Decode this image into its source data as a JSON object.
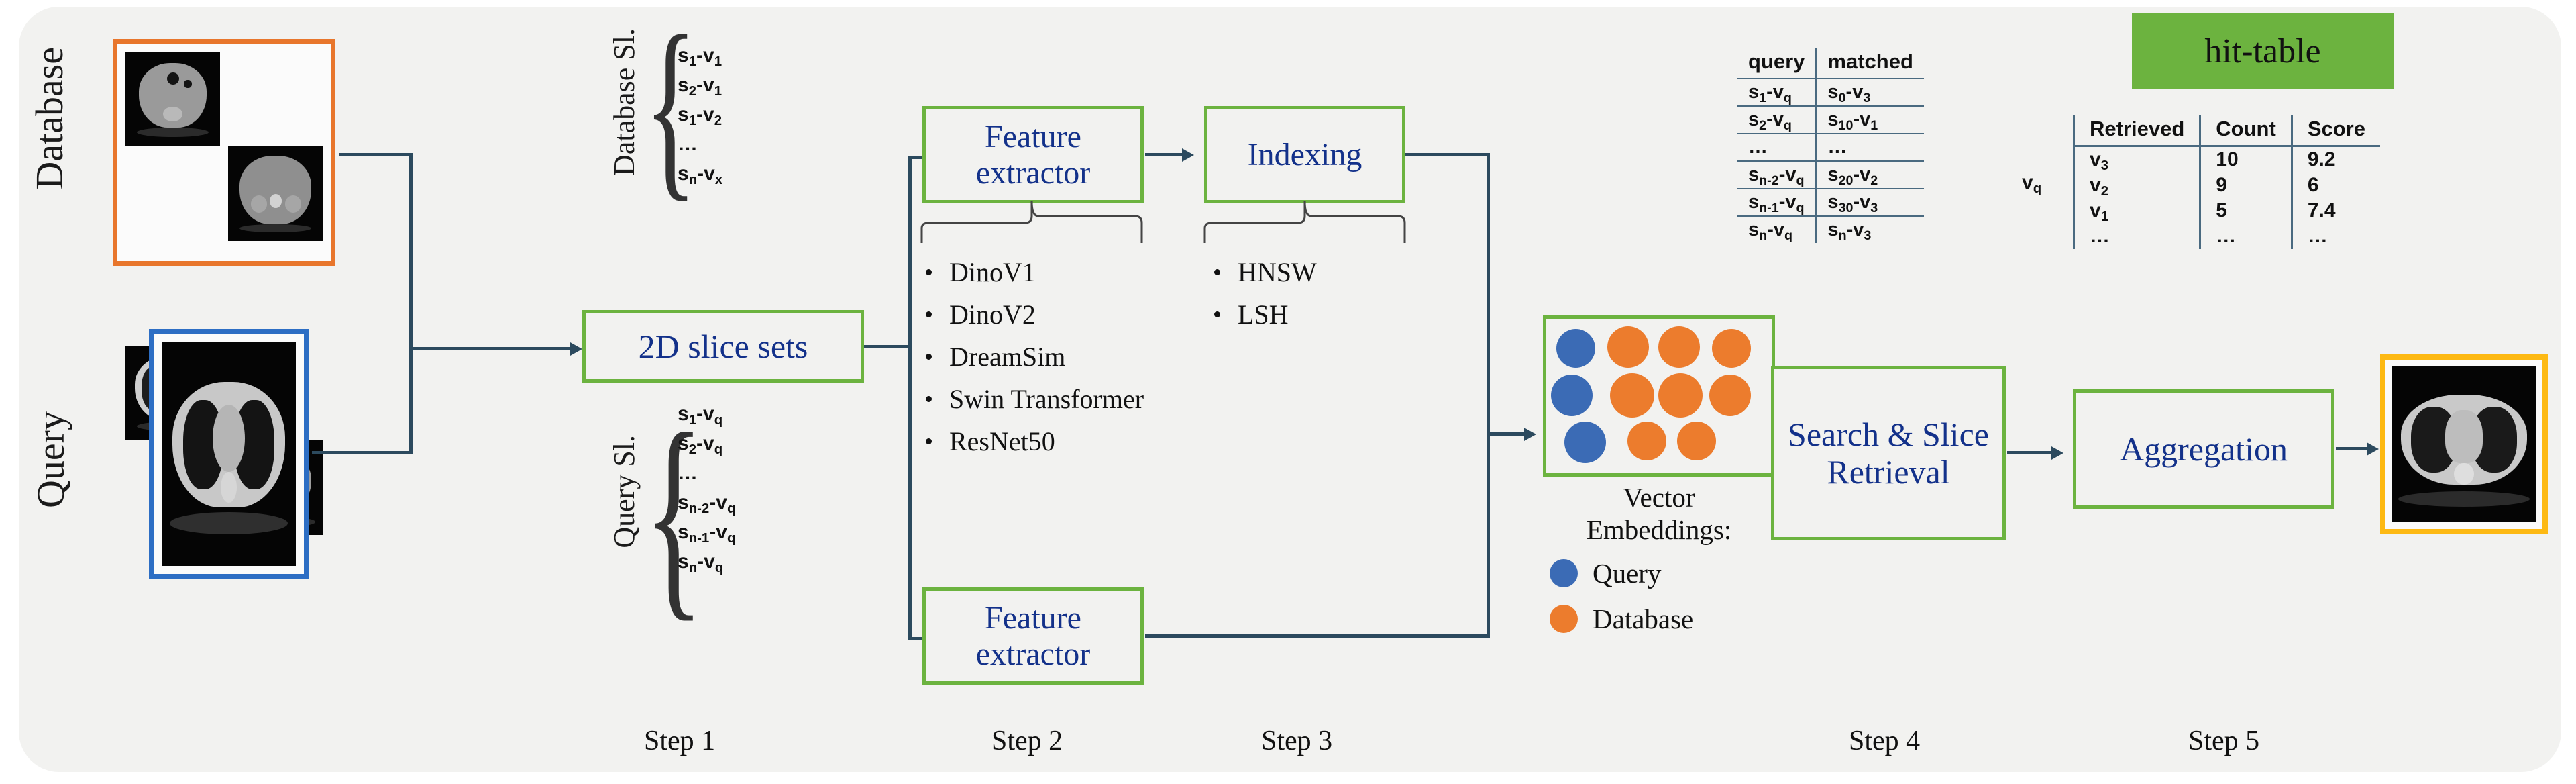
{
  "figure": {
    "background": "#f2f2f0",
    "accent_green": "#6cb33f",
    "accent_blue_text": "#13318a",
    "database_border": "#e8762c",
    "query_border": "#2d6ec4",
    "result_border": "#fdb913",
    "query_dot": "#3b6bb5",
    "database_dot": "#ec7c2d"
  },
  "labels": {
    "database": "Database",
    "query": "Query",
    "database_slices": "Database Sl.",
    "query_slices": "Query Sl."
  },
  "database_slices": [
    "s₁-v₁",
    "s₂-v₁",
    "s₁-v₂",
    "…",
    "sₙ-vₓ"
  ],
  "query_slices": [
    "s₁-v_q",
    "s₂-v_q",
    "…",
    "sₙ₋₂-v_q",
    "sₙ₋₁-v_q",
    "sₙ-v_q"
  ],
  "boxes": {
    "slice_sets": "2D slice sets",
    "feature_extractor_top": "Feature extractor",
    "feature_extractor_bottom": "Feature extractor",
    "indexing": "Indexing",
    "search_retrieval": "Search & Slice Retrieval",
    "aggregation": "Aggregation"
  },
  "feature_extractor_options": [
    "DinoV1",
    "DinoV2",
    "DreamSim",
    "Swin Transformer",
    "ResNet50"
  ],
  "indexing_options": [
    "HNSW",
    "LSH"
  ],
  "match_table": {
    "headers": [
      "query",
      "matched"
    ],
    "rows": [
      [
        "s₁-v_q",
        "s₀-v₃"
      ],
      [
        "s₂-v_q",
        "s₁₀-v₁"
      ],
      [
        "…",
        "…"
      ],
      [
        "sₙ₋₂-v_q",
        "s₂₀-v₂"
      ],
      [
        "sₙ₋₁-v_q",
        "s₃₀-v₃"
      ],
      [
        "sₙ-v_q",
        "sₙ-v₃"
      ]
    ]
  },
  "hit_table": {
    "badge": "hit-table",
    "row_label": "v_q",
    "headers": [
      "Retrieved",
      "Count",
      "Score"
    ],
    "rows": [
      [
        "v₃",
        "10",
        "9.2"
      ],
      [
        "v₂",
        "9",
        "6"
      ],
      [
        "v₁",
        "5",
        "7.4"
      ],
      [
        "…",
        "…",
        "…"
      ]
    ]
  },
  "embeddings": {
    "caption_line1": "Vector",
    "caption_line2": "Embeddings:",
    "legend": [
      {
        "label": "Query",
        "color": "#3b6bb5"
      },
      {
        "label": "Database",
        "color": "#ec7c2d"
      }
    ],
    "grid": [
      [
        "query",
        "database",
        "database",
        "database"
      ],
      [
        "query",
        "database",
        "database",
        "database"
      ],
      [
        "query",
        "database",
        "database",
        null
      ]
    ]
  },
  "steps": [
    "Step 1",
    "Step 2",
    "Step 3",
    "Step 4",
    "Step 5"
  ]
}
